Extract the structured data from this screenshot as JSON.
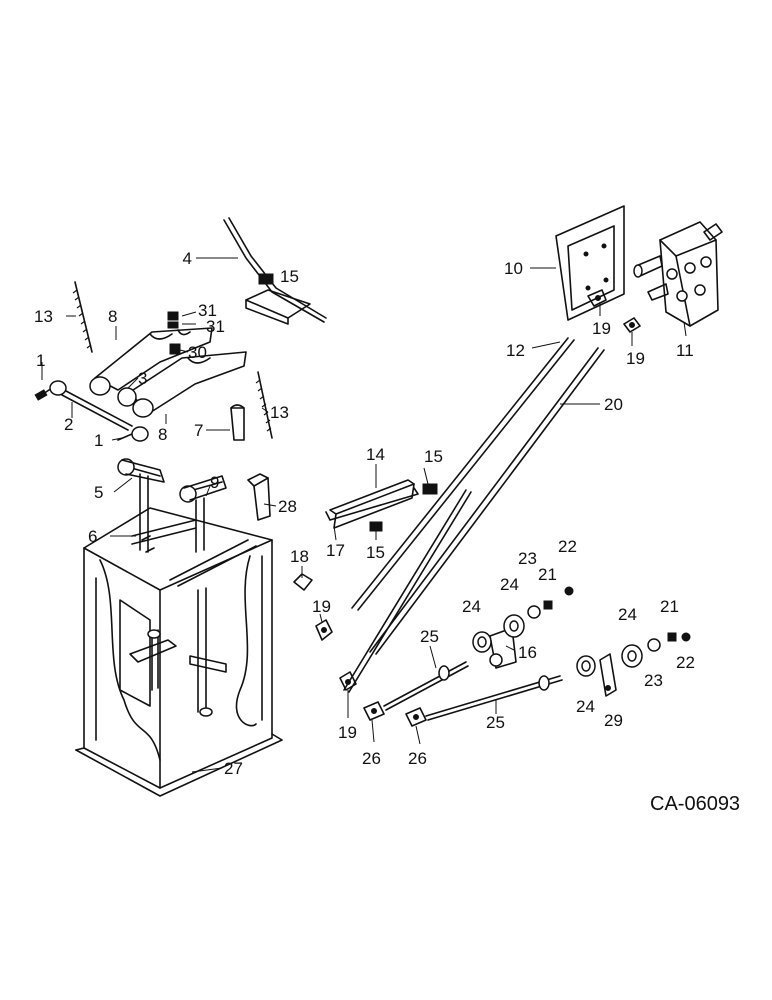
{
  "diagram": {
    "code": "CA-06093",
    "callouts": [
      "1",
      "2",
      "1",
      "3",
      "4",
      "5",
      "6",
      "7",
      "8",
      "8",
      "9",
      "10",
      "11",
      "12",
      "13",
      "13",
      "14",
      "15",
      "15",
      "15",
      "16",
      "17",
      "18",
      "19",
      "19",
      "19",
      "19",
      "20",
      "21",
      "21",
      "22",
      "22",
      "23",
      "23",
      "24",
      "24",
      "24",
      "24",
      "25",
      "25",
      "26",
      "26",
      "27",
      "28",
      "29",
      "30",
      "31",
      "31"
    ]
  }
}
